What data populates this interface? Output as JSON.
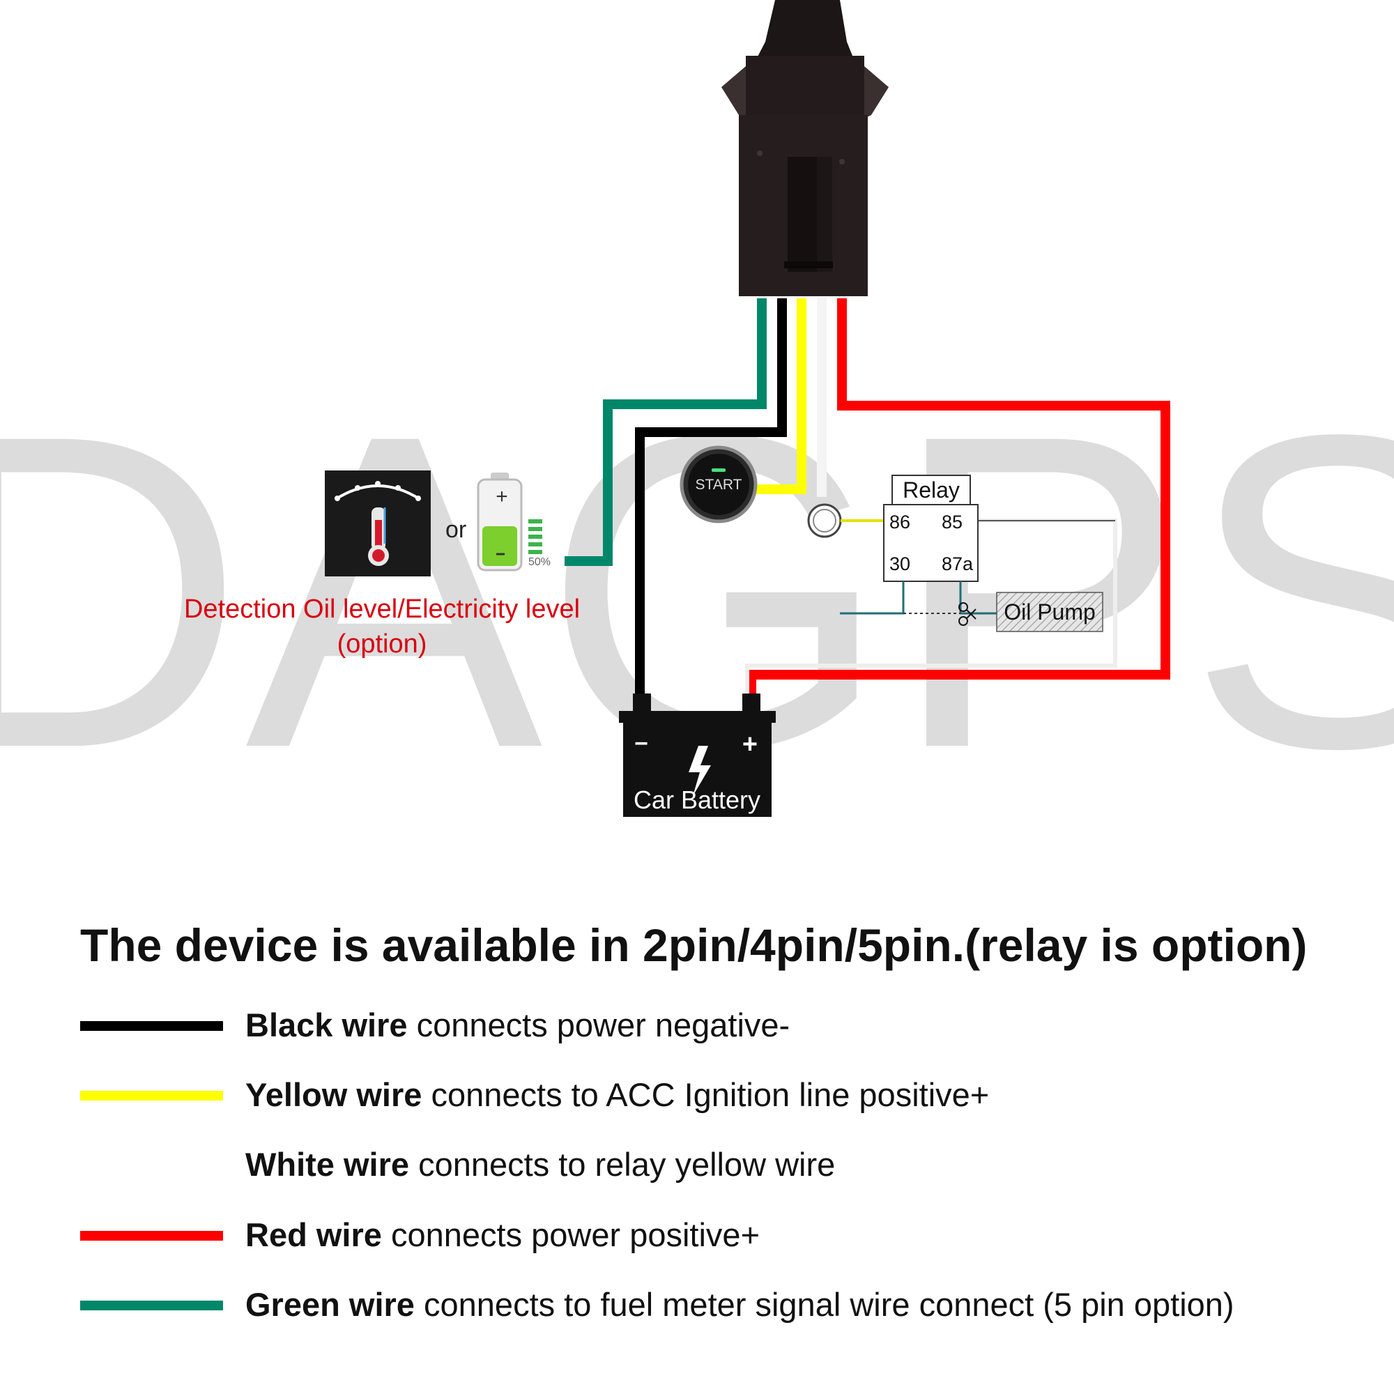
{
  "watermark": "DAGPS",
  "colors": {
    "black_wire": "#000000",
    "yellow_wire": "#ffff00",
    "white_wire": "#ffffff",
    "red_wire": "#ff0000",
    "green_wire": "#00876a",
    "detection_text": "#d9000d",
    "watermark": "#dcdcdc"
  },
  "icons": {
    "connector": "wire-harness-connector-icon",
    "fuel_gauge": "fuel-gauge-icon",
    "battery_level": "battery-charge-icon",
    "start_button": "start-button-icon",
    "car_battery": "car-battery-icon",
    "scissors": "scissors-icon"
  },
  "diagram": {
    "or_label": "or",
    "battery_percent": "50%",
    "detection_label_line1": "Detection Oil level/Electricity level",
    "detection_label_line2": "(option)",
    "start_label": "START",
    "relay": {
      "title": "Relay",
      "pin_86": "86",
      "pin_85": "85",
      "pin_30": "30",
      "pin_87a": "87a"
    },
    "oil_pump_label": "Oil Pump",
    "car_battery": {
      "minus": "−",
      "plus": "+",
      "label": "Car Battery"
    }
  },
  "headline": "The device is available in 2pin/4pin/5pin.(relay is option)",
  "legend": [
    {
      "name": "Black wire",
      "text": " connects power negative-",
      "color": "#000000"
    },
    {
      "name": "Yellow wire",
      "text": " connects to ACC Ignition line positive+",
      "color": "#ffff00"
    },
    {
      "name": "White wire",
      "text": " connects to relay yellow wire",
      "color": "#ffffff"
    },
    {
      "name": "Red wire",
      "text": " connects power positive+",
      "color": "#ff0000"
    },
    {
      "name": "Green wire",
      "text": " connects to fuel meter signal wire connect (5 pin option)",
      "color": "#00876a"
    }
  ]
}
